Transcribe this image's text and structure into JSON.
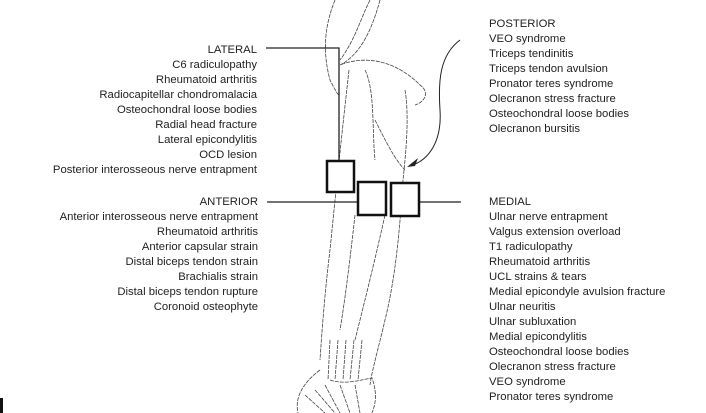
{
  "lateral": {
    "title": "LATERAL",
    "items": [
      "C6 radiculopathy",
      "Rheumatoid arthritis",
      "Radiocapitellar chondromalacia",
      "Osteochondral loose bodies",
      "Radial head fracture",
      "Lateral epicondylitis",
      "OCD lesion",
      "Posterior interosseous nerve entrapment"
    ]
  },
  "anterior": {
    "title": "ANTERIOR",
    "items": [
      "Anterior interosseous nerve entrapment",
      "Rheumatoid arthritis",
      "Anterior capsular strain",
      "Distal biceps tendon strain",
      "Brachialis strain",
      "Distal biceps tendon rupture",
      "Coronoid osteophyte"
    ]
  },
  "posterior": {
    "title": "POSTERIOR",
    "items": [
      "VEO syndrome",
      "Triceps tendinitis",
      "Triceps tendon avulsion",
      "Pronator teres syndrome",
      "Olecranon stress fracture",
      "Osteochondral loose bodies",
      "Olecranon bursitis"
    ]
  },
  "medial": {
    "title": "MEDIAL",
    "items": [
      "Ulnar nerve entrapment",
      "Valgus extension overload",
      "T1 radiculopathy",
      "Rheumatoid arthritis",
      "UCL strains & tears",
      "Medial epicondyle avulsion fracture",
      "Ulnar neuritis",
      "Ulnar subluxation",
      "Medial epicondylitis",
      "Osteochondral loose bodies",
      "Olecranon stress fracture",
      "VEO syndrome",
      "Pronator teres syndrome"
    ]
  }
}
